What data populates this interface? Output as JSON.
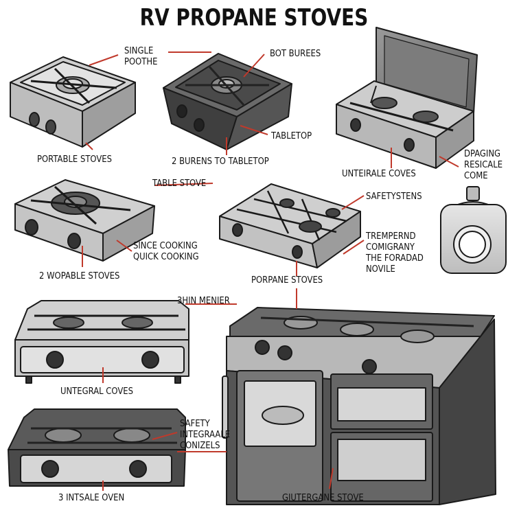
{
  "title": "RV PROPANE STOVES",
  "labels": {
    "single_poothe": "SINGLE\nPOOTHE",
    "bot_burees": "BOT BUREES",
    "portable_stoves": "PORTABLE STOVES",
    "tabletop": "TABLETOP",
    "two_burens_tabletop": "2 BURENS TO TABLETOP",
    "unteirale_coves": "UNTEIRALE COVES",
    "dpaging": "DPAGING\nRESICALE\nCOME",
    "table_stove": "TABLE STOVE",
    "safetystens": "SAFETYSTENS",
    "since_cooking": "SINCE COOKING\nQUICK COOKING",
    "two_wopable_stoves": "2 WOPABLE STOVES",
    "trempernd": "TREMPERND\nCOMIGRANY\nTHE FORADAD\nNOVILE",
    "porpane_stoves": "PORPANE STOVES",
    "three_hin_menier": "3HIN MENIER",
    "untegral_coves": "UNTEGRAL COVES",
    "safety_integraale": "SAFETY\nINTEGRAALE\nCONIZELS",
    "three_intsale_oven": "3 INTSALE OVEN",
    "giutergane_stove": "GIUTERGANE STOVE"
  },
  "colors": {
    "leader": "#c0392b",
    "outline": "#1a1a1a",
    "light_metal": "#d4d4d4",
    "mid_metal": "#a9a9a9",
    "dark_metal": "#555555",
    "black": "#2a2a2a"
  }
}
